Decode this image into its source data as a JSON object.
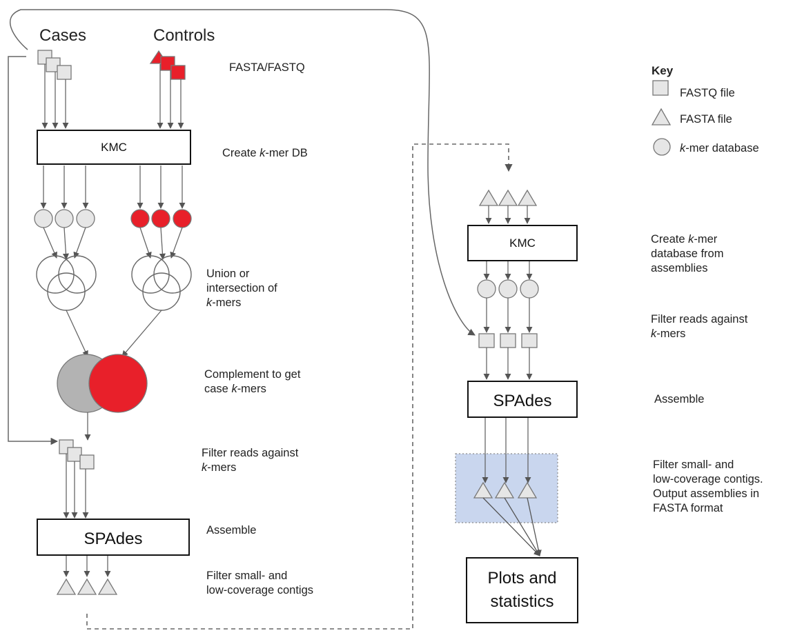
{
  "headers": {
    "cases": "Cases",
    "controls": "Controls"
  },
  "steps": {
    "fasta_fastq": "FASTA/FASTQ",
    "create_db_pre": "Create ",
    "create_db_k": "k",
    "create_db_post": "-mer DB",
    "union_1": "Union or",
    "union_2": "intersection of",
    "union_3_k": "k",
    "union_3_post": "-mers",
    "complement_1": "Complement to get",
    "complement_2_pre": "case ",
    "complement_2_k": "k",
    "complement_2_post": "-mers",
    "filter_left_1": "Filter reads against",
    "filter_left_2_k": "k",
    "filter_left_2_post": "-mers",
    "assemble_left": "Assemble",
    "filter_small_1": "Filter small- and",
    "filter_small_2": "low-coverage contigs"
  },
  "right_steps": {
    "create_1_pre": "Create ",
    "create_1_k": "k",
    "create_1_post": "-mer",
    "create_2": "database from",
    "create_3": "assemblies",
    "filter_1": "Filter reads against",
    "filter_2_k": "k",
    "filter_2_post": "-mers",
    "assemble": "Assemble",
    "filter_small_1": "Filter small- and",
    "filter_small_2": "low-coverage contigs.",
    "filter_small_3": "Output assemblies in",
    "filter_small_4": "FASTA format"
  },
  "boxes": {
    "kmc_left": "KMC",
    "spades_left": "SPAdes",
    "kmc_right": "KMC",
    "spades_right": "SPAdes",
    "plots_1": "Plots and",
    "plots_2": "statistics"
  },
  "key": {
    "title": "Key",
    "fastq": "FASTQ file",
    "fasta": "FASTA file",
    "kmer_k": "k",
    "kmer_post": "-mer database"
  },
  "colors": {
    "case_fill": "#e6e6e6",
    "control_fill": "#e8202a",
    "line": "#666666",
    "case_complement": "#b3b3b3",
    "highlight": "#c9d6ee"
  }
}
